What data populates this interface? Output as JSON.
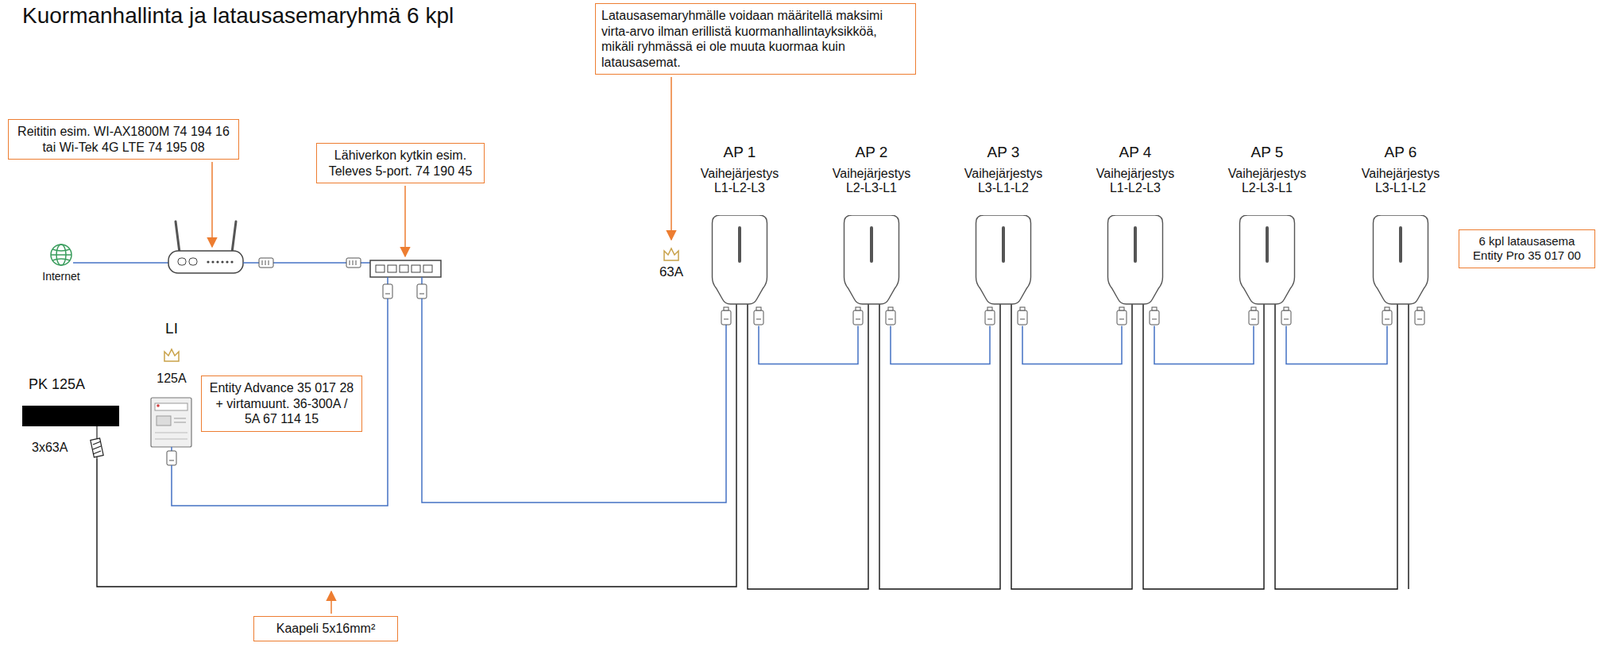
{
  "diagram": {
    "title": "Kuormanhallinta ja latausasemaryhmä 6 kpl",
    "nodes": [
      {
        "text": [
          "Latausasemaryhmälle voidaan määritellä maksimi virta-arvo ilman erillistä kuormanhallintayksikköä, mikäli ryhmässä ei ole muuta kuormaa kuin latausasemat."
        ]
      },
      {
        "text": [
          "Reititin esim. WI-AX1800M 74 194 16 tai Wi-Tek 4G LTE 74 195 08"
        ]
      },
      {
        "text": [
          "Lähiverkon kytkin esim. Televes 5-port. 74 190 45"
        ]
      },
      {
        "text": [
          "AP 1",
          "Vaihejärjestys L1-L2-L3"
        ]
      },
      {
        "text": [
          "AP 2",
          "Vaihejärjestys L2-L3-L1"
        ]
      },
      {
        "text": [
          "AP 3",
          "Vaihejärjestys L3-L1-L2"
        ]
      },
      {
        "text": [
          "AP 4",
          "Vaihejärjestys L1-L2-L3"
        ]
      },
      {
        "text": [
          "AP 5",
          "Vaihejärjestys L2-L3-L1"
        ]
      },
      {
        "text": [
          "AP 6",
          "Vaihejärjestys L3-L1-L2"
        ]
      },
      {
        "text": [
          "6 kpl latausasema Entity Pro 35 017 00"
        ]
      },
      {
        "text": [
          "Entity Advance 35 017 28 + virtamuunt. 36-300A / 5A 67 114 15"
        ]
      },
      {
        "text": [
          "Kaapeli 5x16mm²"
        ]
      }
    ],
    "edges": [
      {
        "from": 3,
        "to": 4,
        "arrow": "none"
      },
      {
        "from": 4,
        "to": 5,
        "arrow": "none"
      },
      {
        "from": 5,
        "to": 6,
        "arrow": "none"
      },
      {
        "from": 6,
        "to": 7,
        "arrow": "none"
      },
      {
        "from": 7,
        "to": 8,
        "arrow": "none"
      }
    ],
    "labels": [
      "Internet",
      "LI",
      "125A",
      "PK 125A",
      "3x63A",
      "63A"
    ]
  }
}
